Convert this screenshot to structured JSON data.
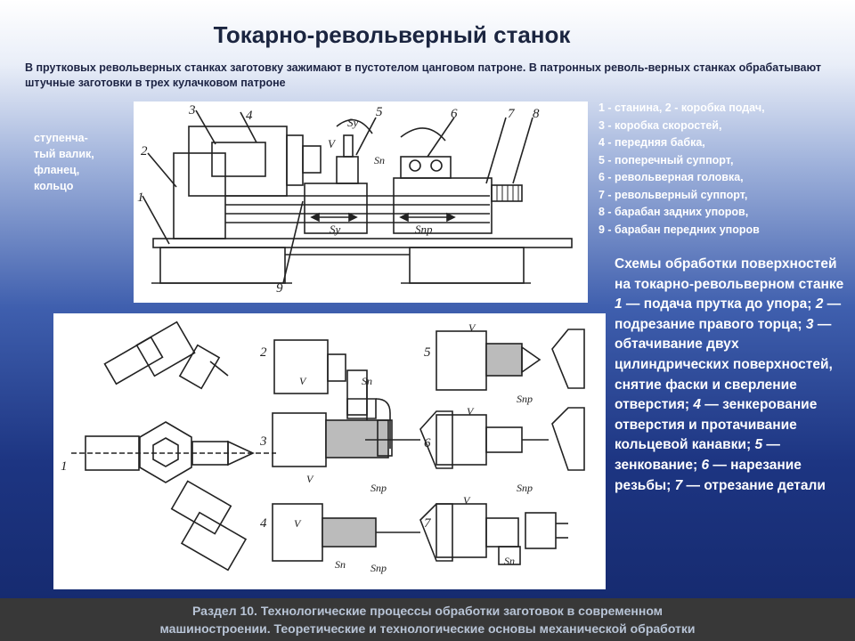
{
  "title": "Токарно-револьверный станок",
  "intro": "В прутковых револьверных станках заготовку зажимают в пустотелом цанговом патроне. В патронных револь-верных станках обрабатывают штучные заготовки в трех кулачковом патроне",
  "part_types": [
    "ступенча-",
    "тый валик,",
    "фланец,",
    "кольцо"
  ],
  "legend": [
    "1 - станина, 2 - коробка подач,",
    "3 - коробка скоростей,",
    "4 - передняя бабка,",
    "5 - поперечный суппорт,",
    "6 - револьверная головка,",
    "7 - револьверный суппорт,",
    "8 - барабан задних упоров,",
    "9 - барабан передних упоров"
  ],
  "scheme": {
    "heading": "Схемы обработки поверхностей на токарно-револьверном станке",
    "steps": [
      {
        "num": "1",
        "text": " — подача прутка до упора; "
      },
      {
        "num": "2",
        "text": " — подрезание правого торца; "
      },
      {
        "num": "3",
        "text": " — обтачивание двух цилиндрических поверхностей, снятие фаски и сверление отверстия; "
      },
      {
        "num": "4",
        "text": " — зенкерование отверстия и протачивание кольцевой канавки; "
      },
      {
        "num": "5",
        "text": " — зенкование; "
      },
      {
        "num": "6",
        "text": " — нарезание резьбы; "
      },
      {
        "num": "7",
        "text": " — отрезание детали"
      }
    ]
  },
  "machine_labels": {
    "n1": "1",
    "n2": "2",
    "n3": "3",
    "n4": "4",
    "n5": "5",
    "n6": "6",
    "n7": "7",
    "n8": "8",
    "n9": "9",
    "v": "V",
    "sy_top": "Sy",
    "sn": "Sп",
    "sy": "Sy",
    "snp": "Sпр"
  },
  "scheme_labels": {
    "s1": "1",
    "s2": "2",
    "s3": "3",
    "s4": "4",
    "s5": "5",
    "s6": "6",
    "s7": "7",
    "v2": "V",
    "v3": "V",
    "v4": "V",
    "v5": "V",
    "v6": "V",
    "v7": "V",
    "sn2": "Sп",
    "sn4": "Sп",
    "sn7": "Sп",
    "snp3": "Sпр",
    "snp4": "Sпр",
    "snp5": "Sпр",
    "snp6": "Sпр"
  },
  "footer": {
    "line1": "Раздел 10. Технологические процессы обработки заготовок в современном",
    "line2": "машиностроении. Теоретические и технологические основы механической обработки"
  }
}
